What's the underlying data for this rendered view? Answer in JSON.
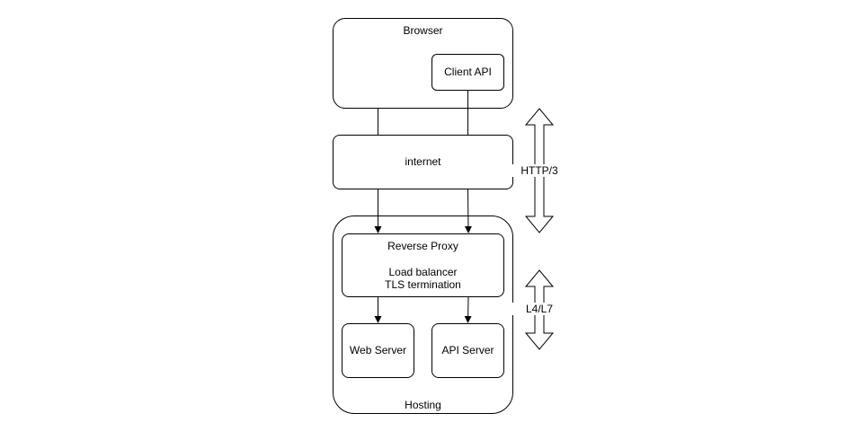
{
  "diagram": {
    "browser": {
      "label": "Browser"
    },
    "client_api": {
      "label": "Client API"
    },
    "internet": {
      "label": "internet"
    },
    "hosting": {
      "label": "Hosting"
    },
    "reverse_proxy": {
      "label": "Reverse Proxy",
      "line1": "Load balancer",
      "line2": "TLS termination"
    },
    "web_server": {
      "label": "Web Server"
    },
    "api_server": {
      "label": "API Server"
    },
    "arrow_http": {
      "label": "HTTP/3"
    },
    "arrow_l4l7": {
      "label": "L4/L7"
    }
  },
  "colors": {
    "stroke": "#000000",
    "fill": "#ffffff"
  }
}
